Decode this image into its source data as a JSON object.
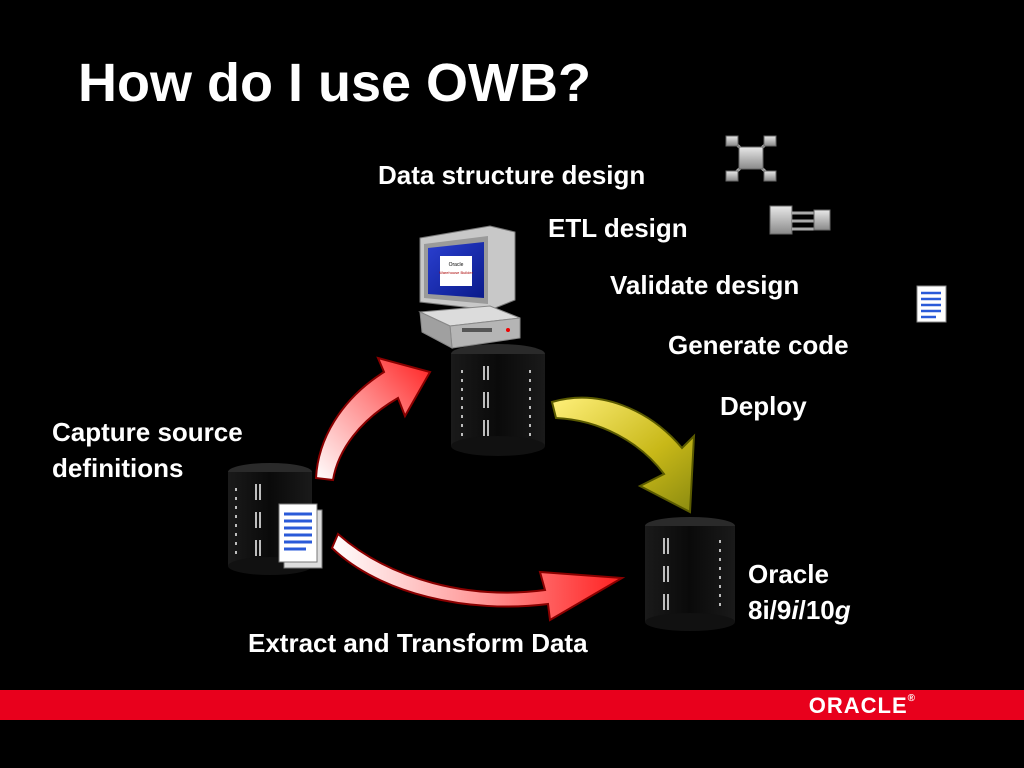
{
  "slide": {
    "title": "How do I use OWB?",
    "steps": [
      "Data structure design",
      "ETL design",
      "Validate design",
      "Generate code",
      "Deploy"
    ],
    "capture_line1": "Capture source",
    "capture_line2": "definitions",
    "extract": "Extract and Transform Data",
    "oracle_line1": "Oracle",
    "oracle_v_8i": "8i/9",
    "oracle_v_i": "i",
    "oracle_v_10": "/10",
    "oracle_v_g": "g"
  },
  "monitor_screen": {
    "line1": "Oracle",
    "line2": "Warehouse Builder"
  },
  "footer": {
    "logo": "ORACLE",
    "logo_mark": "®",
    "color": "#e8001c"
  },
  "icons": [
    "data-structure-icon",
    "etl-mapping-icon",
    "document-icon",
    "computer-icon",
    "database-icon",
    "arrow-icon"
  ]
}
